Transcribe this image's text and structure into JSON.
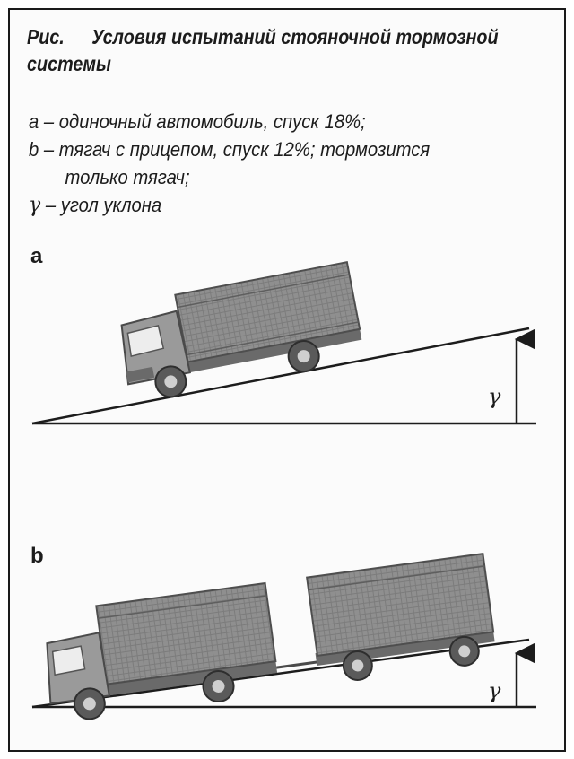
{
  "figure": {
    "prefix": "Рис.",
    "title_line1": "Условия испытаний стояночной тормозной",
    "title_line2": "системы"
  },
  "legend": {
    "a_line": "a – одиночный автомобиль, спуск 18%;",
    "b_line1": "b – тягач с прицепом, спуск 12%; тормозится",
    "b_line2": "только тягач;",
    "gamma_symbol": "γ",
    "gamma_text": " – угол уклона"
  },
  "panels": {
    "a": {
      "label": "a",
      "angle_label": "γ"
    },
    "b": {
      "label": "b",
      "angle_label": "γ"
    }
  },
  "colors": {
    "ink": "#1c1c1c",
    "truck_body": "#8e8e8e",
    "truck_dark": "#5e5e5e",
    "frame": "#1a1a1a"
  }
}
